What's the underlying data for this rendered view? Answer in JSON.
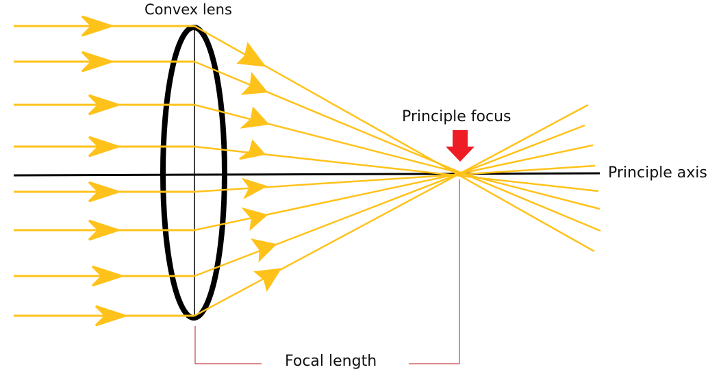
{
  "labels": {
    "convex_lens": "Convex lens",
    "principle_focus": "Principle focus",
    "principle_axis": "Principle axis",
    "focal_length": "Focal length"
  },
  "colors": {
    "ray": "#ffc21a",
    "lens": "#000000",
    "axis": "#000000",
    "focus_marker": "#ee1c24",
    "focal_bracket": "#c0141c"
  },
  "rays": {
    "incoming_count": 8
  }
}
